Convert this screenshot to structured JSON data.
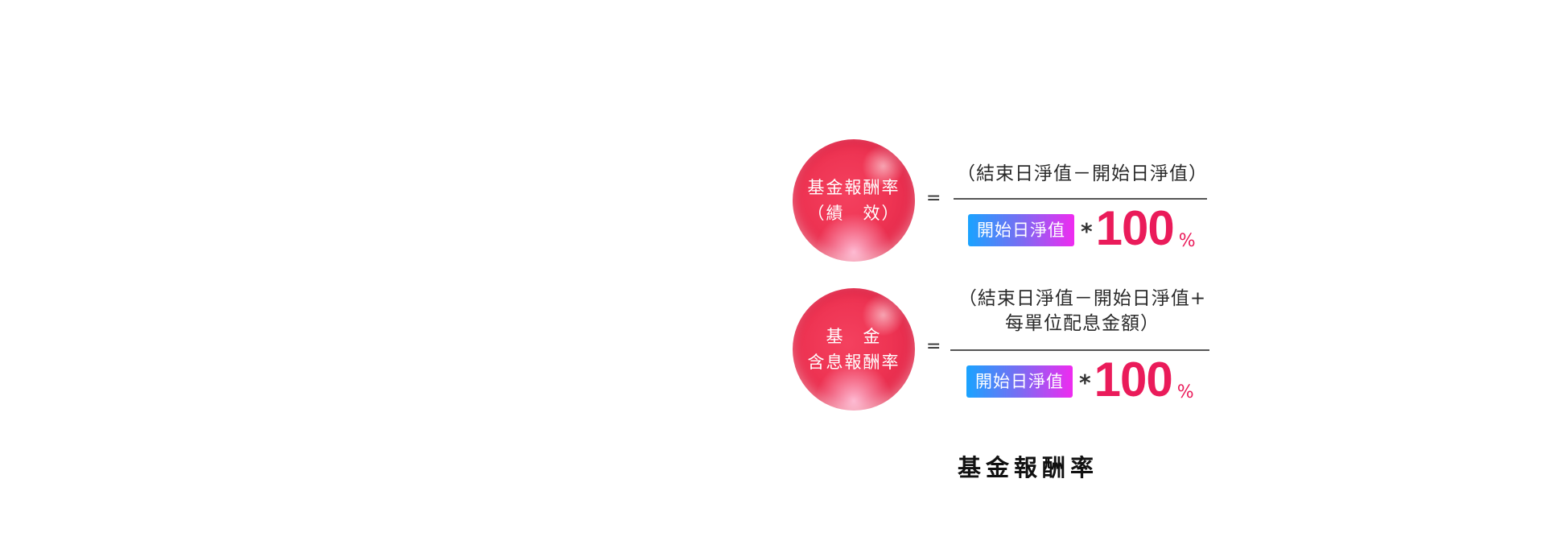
{
  "formulas": [
    {
      "orb_lines": [
        "基金報酬率",
        "（績　效）"
      ],
      "equals": "=",
      "numerator_lines": [
        "（結束日淨值－開始日淨值）"
      ],
      "denominator": "開始日淨值",
      "times": "*",
      "multiplier": "100",
      "percent": "%"
    },
    {
      "orb_lines": [
        "基　金",
        "含息報酬率"
      ],
      "equals": "=",
      "numerator_lines": [
        "（結束日淨值－開始日淨值+",
        "每單位配息金額）"
      ],
      "denominator": "開始日淨值",
      "times": "*",
      "multiplier": "100",
      "percent": "%"
    }
  ],
  "caption": "基金報酬率",
  "colors": {
    "orb_red": "#ee3453",
    "accent_pink": "#ea1b5a",
    "chip_gradient_start": "#1aa3ff",
    "chip_gradient_end": "#ef2bf0"
  }
}
